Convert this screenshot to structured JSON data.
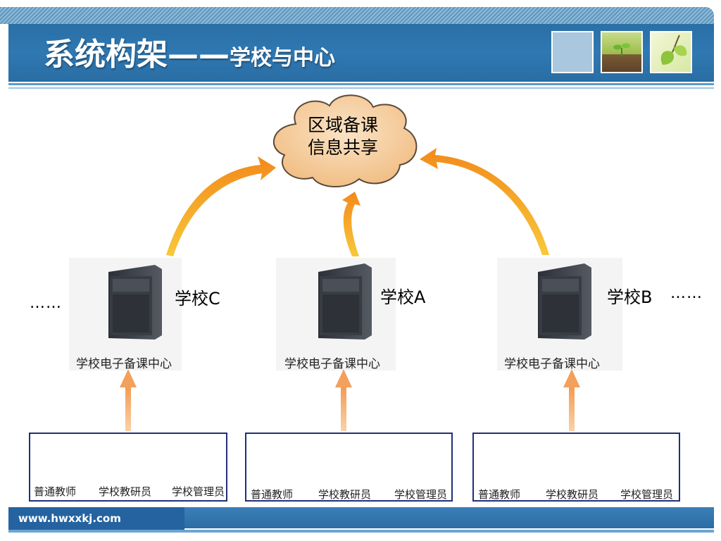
{
  "header": {
    "title": "系统构架——",
    "subtitle": "学校与中心"
  },
  "cloud": {
    "line1": "区域备课",
    "line2": "信息共享"
  },
  "schools": [
    {
      "label": "学校C",
      "center_label": "学校电子备课中心"
    },
    {
      "label": "学校A",
      "center_label": "学校电子备课中心"
    },
    {
      "label": "学校B",
      "center_label": "学校电子备课中心"
    }
  ],
  "ellipsis_left": "……",
  "ellipsis_right": "……",
  "roles": [
    "普通教师",
    "学校教研员",
    "学校管理员"
  ],
  "footer": {
    "url": "www.hwxxkj.com"
  },
  "colors": {
    "header_blue": "#2f78b2",
    "cloud_fill": "#f6cf9e",
    "arrow_orange": "#f39a1f",
    "box_border": "#1f2f78"
  }
}
